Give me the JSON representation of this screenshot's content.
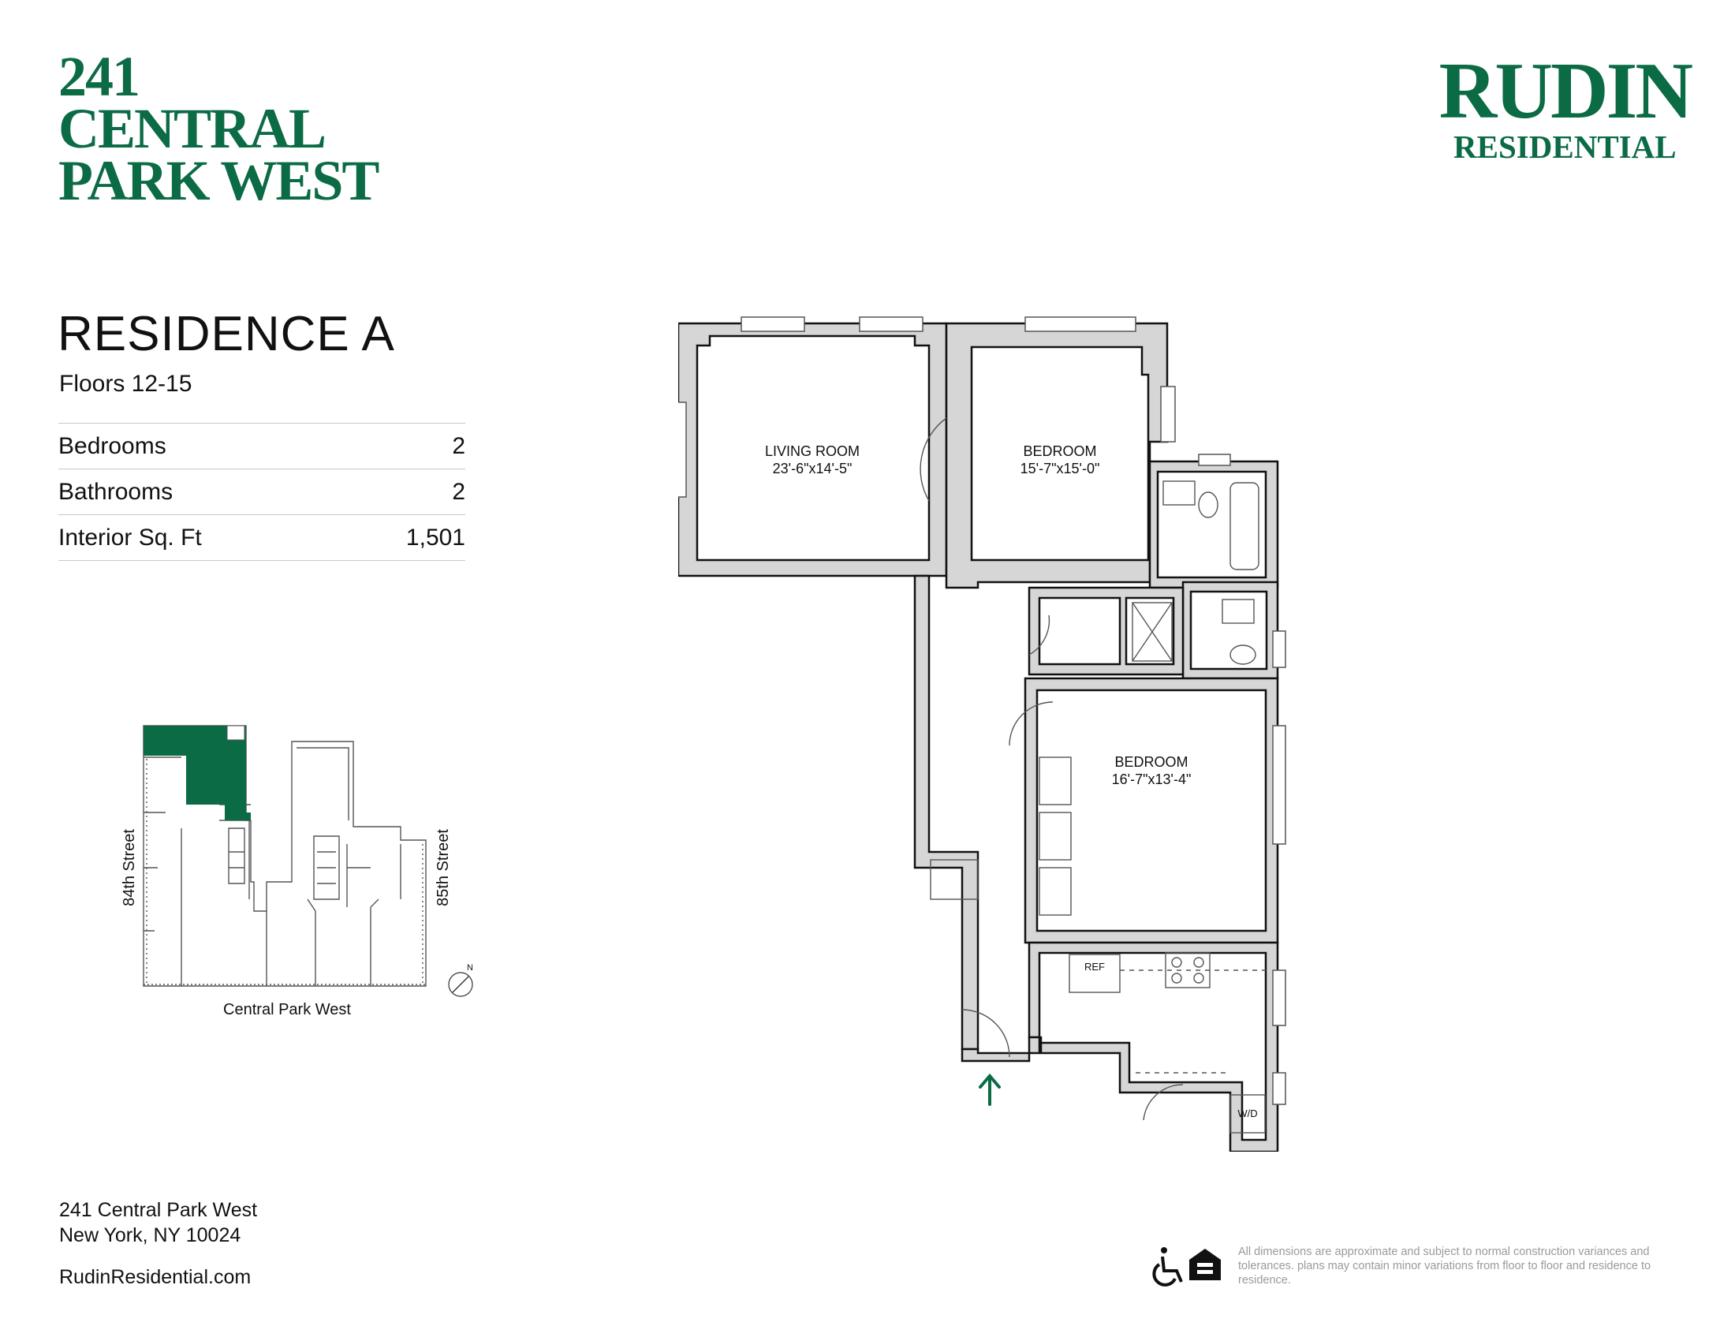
{
  "building": {
    "name_lines": [
      "241",
      "CENTRAL",
      "PARK WEST"
    ]
  },
  "logo": {
    "line1": "RUDIN",
    "line2": "RESIDENTIAL"
  },
  "residence": {
    "title": "RESIDENCE A",
    "floors": "Floors 12-15",
    "specs": [
      {
        "label": "Bedrooms",
        "value": "2"
      },
      {
        "label": "Bathrooms",
        "value": "2"
      },
      {
        "label": "Interior Sq. Ft",
        "value": "1,501"
      }
    ]
  },
  "keyplan": {
    "west_street": "84th Street",
    "east_street": "85th Street",
    "avenue": "Central Park West",
    "north": "N"
  },
  "floorplan": {
    "rooms": [
      {
        "name": "LIVING ROOM",
        "dims": "23'-6\"x14'-5\""
      },
      {
        "name": "BEDROOM",
        "dims": "15'-7\"x15'-0\""
      },
      {
        "name": "BEDROOM",
        "dims": "16'-7\"x13'-4\""
      }
    ],
    "ref_label": "REF",
    "wd_label": "W/D"
  },
  "footer": {
    "address_line1": "241 Central Park West",
    "address_line2": "New York, NY 10024",
    "website": "RudinResidential.com",
    "disclaimer": "All dimensions are approximate and subject to normal construction variances and tolerances. plans may contain minor variations from floor to floor and residence to residence."
  },
  "colors": {
    "brand_green": "#0b6b45",
    "wall_gray": "#d6d6d6"
  },
  "icons": [
    "accessibility-icon",
    "equal-housing-icon",
    "entry-arrow-icon",
    "north-arrow-icon"
  ]
}
